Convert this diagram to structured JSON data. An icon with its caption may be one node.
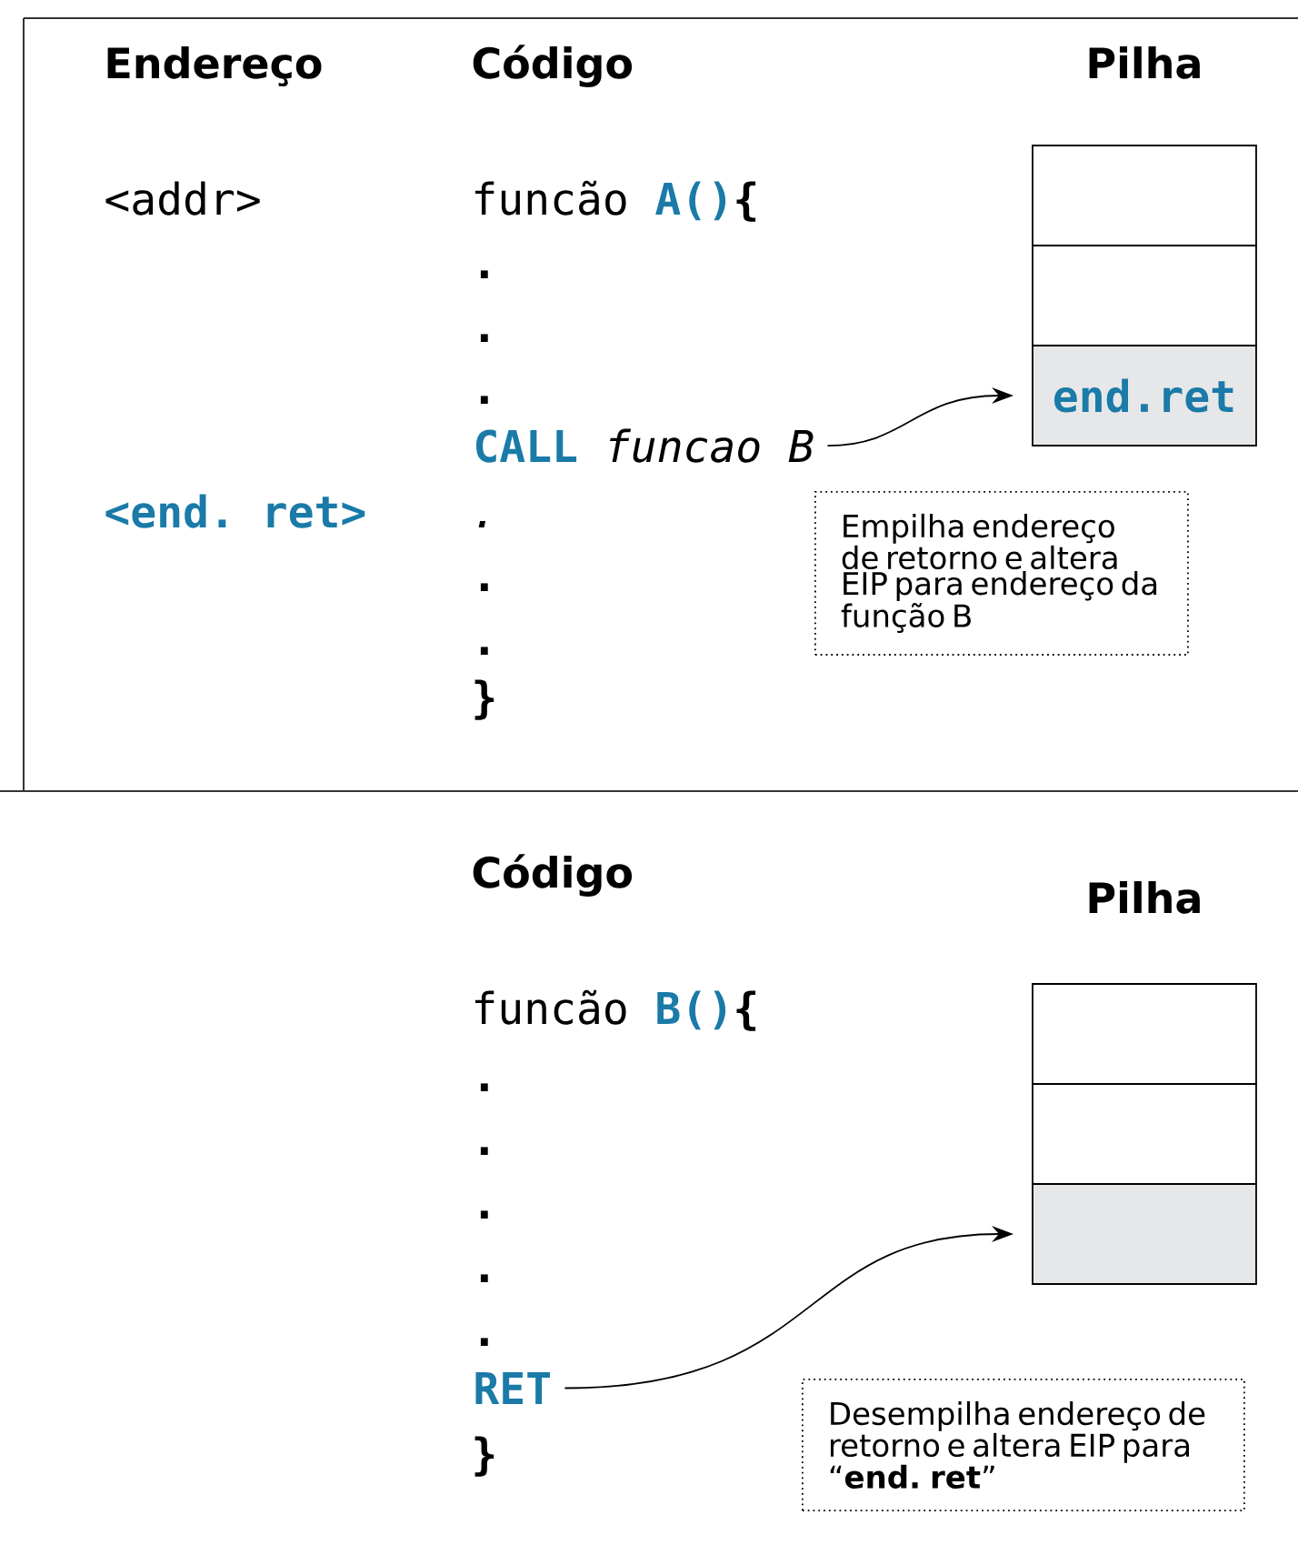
{
  "diagram": {
    "nodes": [
      {
        "text": [
          "CALL",
          "funcao B"
        ]
      },
      {
        "text": [],
        "shape": "box"
      },
      {
        "text": [],
        "shape": "box"
      },
      {
        "text": [
          "end.ret"
        ]
      },
      {
        "text": [
          "Empilha endereço de retorno e altera EIP para endereço da função B"
        ]
      },
      {
        "text": [
          "RET"
        ]
      },
      {
        "text": [],
        "shape": "box"
      },
      {
        "text": [],
        "shape": "box"
      },
      {
        "text": [],
        "shape": "box"
      },
      {
        "text": [
          "Desempilha endereço de retorno e altera EIP para “**end. ret**”"
        ]
      }
    ],
    "edges": [
      {
        "from": 0,
        "to": 3,
        "arrow": "to"
      },
      {
        "from": 5,
        "to": 8,
        "arrow": "to"
      }
    ],
    "labels": [
      "Endereço",
      "Código",
      "Pilha",
      "<addr>",
      "funcão",
      "A()",
      "{",
      ".",
      ".",
      ".",
      "<end. ret>",
      ".",
      ".",
      ".",
      "}",
      "Código",
      "Pilha",
      "funcão",
      "B()",
      "{",
      ".",
      ".",
      ".",
      ".",
      ".",
      "}"
    ]
  }
}
